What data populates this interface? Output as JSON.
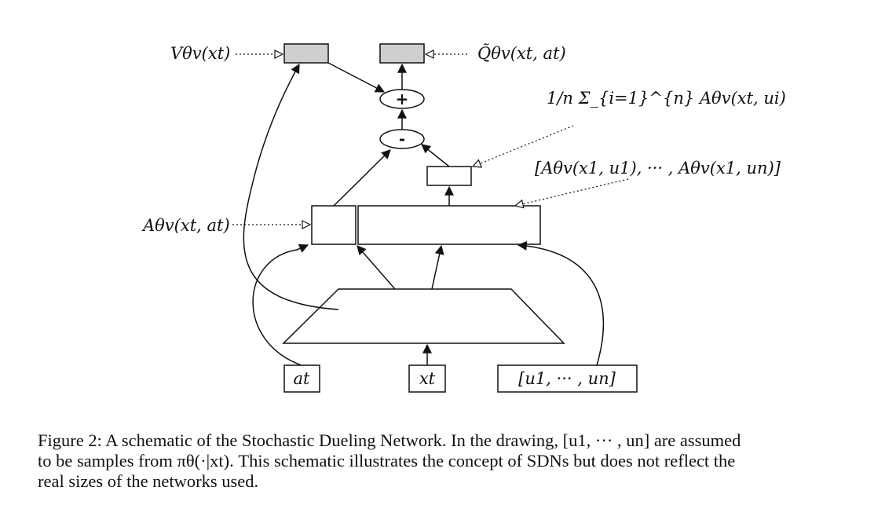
{
  "labels": {
    "v_label": "Vθv(xt)",
    "q_label": "Q̃θv(xt, at)",
    "mean_label": "1/n Σ_{i=1}^{n} Aθv(xt, ui)",
    "adv_list_label": "[Aθv(x1, u1), ··· , Aθv(x1, un)]",
    "adv_label": "Aθv(xt, at)"
  },
  "ops": {
    "plus": "+",
    "minus": "-"
  },
  "inputs": {
    "action": "at",
    "state": "xt",
    "samples": "[u1, ··· , un]"
  },
  "caption": {
    "line1": "Figure 2: A schematic of the Stochastic Dueling Network. In the drawing, [u1, ··· , un] are assumed",
    "line2": "to be samples from πθ(·|xt). This schematic illustrates the concept of SDNs but does not reflect the",
    "line3": "real sizes of the networks used."
  },
  "colors": {
    "output_box_fill": "#cfcfcf",
    "stroke": "#111111",
    "background": "#ffffff"
  }
}
